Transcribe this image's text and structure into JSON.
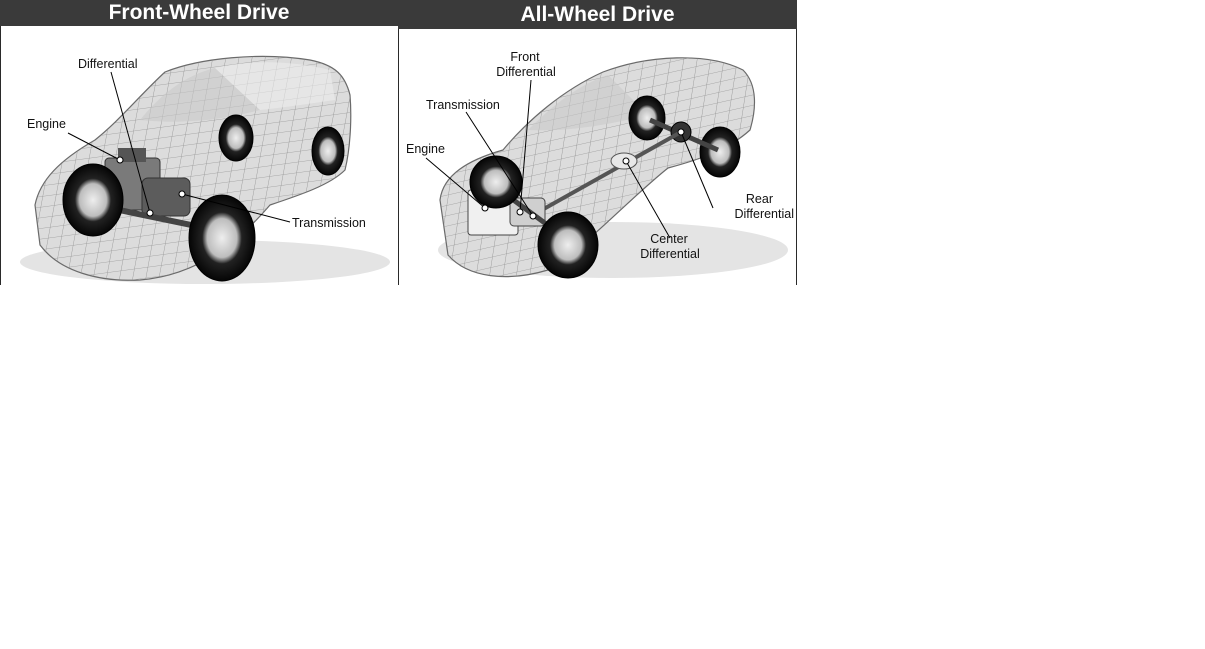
{
  "panels": {
    "fwd": {
      "title": "Front-Wheel Drive",
      "labels": {
        "differential": "Differential",
        "engine": "Engine",
        "transmission": "Transmission"
      }
    },
    "awd": {
      "title": "All-Wheel Drive",
      "labels": {
        "front_differential": [
          "Front",
          "Differential"
        ],
        "transmission": "Transmission",
        "engine": "Engine",
        "rear_differential": [
          "Rear",
          "Differential"
        ],
        "center_differential": [
          "Center",
          "Differential"
        ]
      }
    }
  },
  "colors": {
    "banner": "#3a3a3a",
    "banner_text": "#ffffff",
    "car_body": "#dcdcdc",
    "mesh": "#8a8a8a",
    "tire": "#111111"
  }
}
